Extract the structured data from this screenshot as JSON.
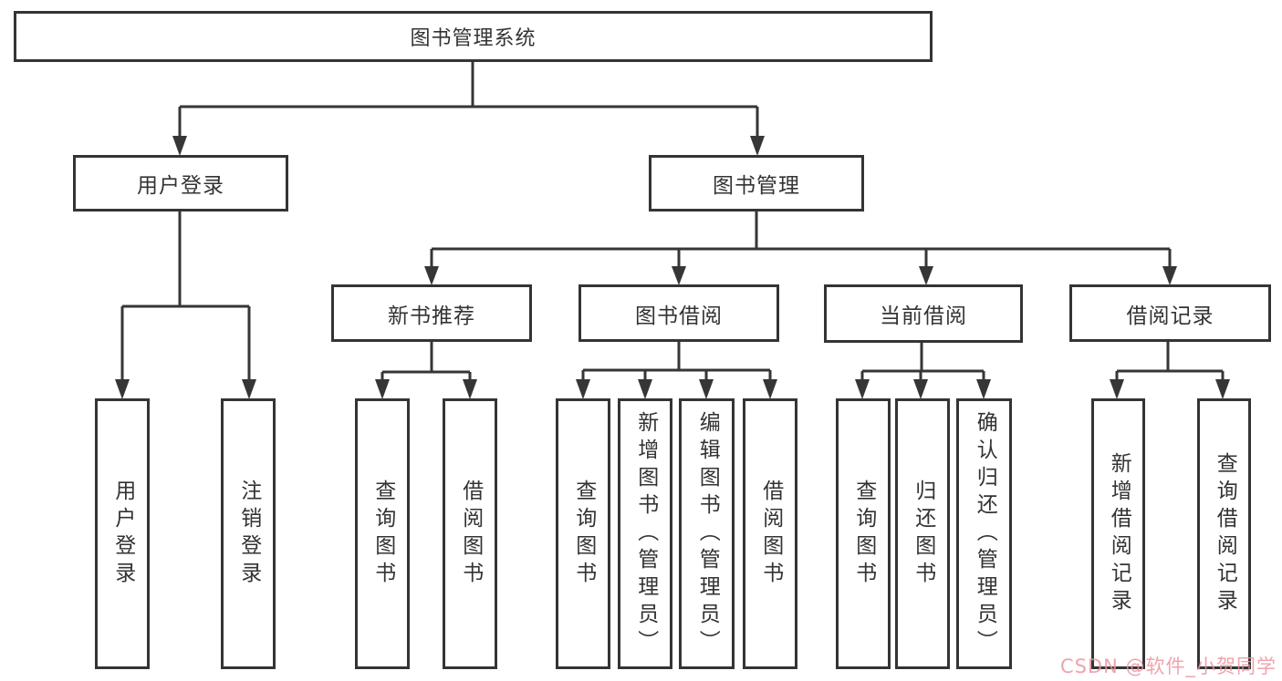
{
  "diagram": {
    "root": {
      "label": "图书管理系统"
    },
    "branches": {
      "user_login": {
        "label": "用户登录",
        "leaves": [
          {
            "label": "用户登录"
          },
          {
            "label": "注销登录"
          }
        ]
      },
      "book_mgmt": {
        "label": "图书管理",
        "children": {
          "new_book_rec": {
            "label": "新书推荐",
            "leaves": [
              {
                "label": "查询图书"
              },
              {
                "label": "借阅图书"
              }
            ]
          },
          "book_borrow": {
            "label": "图书借阅",
            "leaves": [
              {
                "label": "查询图书"
              },
              {
                "label": "新增图书（管理员）"
              },
              {
                "label": "编辑图书（管理员）"
              },
              {
                "label": "借阅图书"
              }
            ]
          },
          "current_borrow": {
            "label": "当前借阅",
            "leaves": [
              {
                "label": "查询图书"
              },
              {
                "label": "归还图书"
              },
              {
                "label": "确认归还（管理员）"
              }
            ]
          },
          "borrow_records": {
            "label": "借阅记录",
            "leaves": [
              {
                "label": "新增借阅记录"
              },
              {
                "label": "查询借阅记录"
              }
            ]
          }
        }
      }
    },
    "watermark": "CSDN @软件_小贺同学",
    "colors": {
      "line": "#363636",
      "border": "#343434",
      "text": "#333333",
      "background": "#ffffff",
      "watermark": "#eb949e"
    }
  }
}
